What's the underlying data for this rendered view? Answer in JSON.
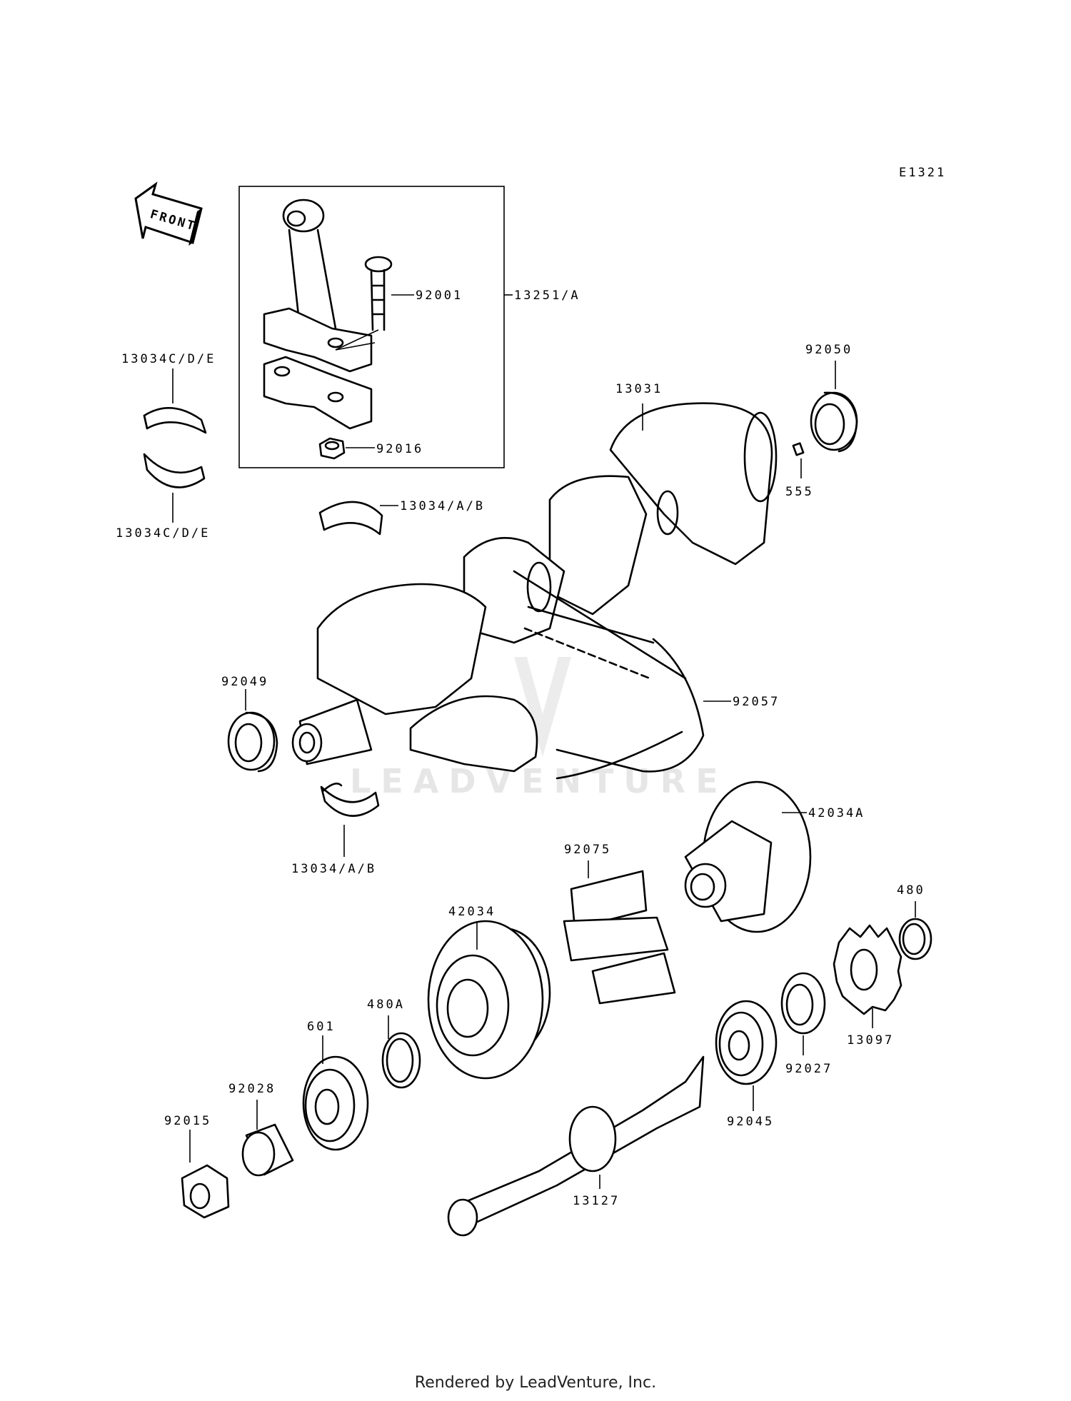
{
  "diagram_code": "E1321",
  "front_label": "FRONT",
  "watermark": "LEADVENTURE",
  "footer": "Rendered by LeadVenture, Inc.",
  "labels": {
    "p92001": "92001",
    "p13251A": "13251/A",
    "p13034CDE_top": "13034C/D/E",
    "p13034CDE_bot": "13034C/D/E",
    "p92016": "92016",
    "p13034AB_top": "13034/A/B",
    "p92050": "92050",
    "p13031": "13031",
    "p555": "555",
    "p92049": "92049",
    "p92057": "92057",
    "p13034AB_bot": "13034/A/B",
    "p42034A": "42034A",
    "p92075": "92075",
    "p480": "480",
    "p42034": "42034",
    "p480A": "480A",
    "p601": "601",
    "p92028": "92028",
    "p92015": "92015",
    "p13127": "13127",
    "p92045": "92045",
    "p92027": "92027",
    "p13097": "13097"
  }
}
